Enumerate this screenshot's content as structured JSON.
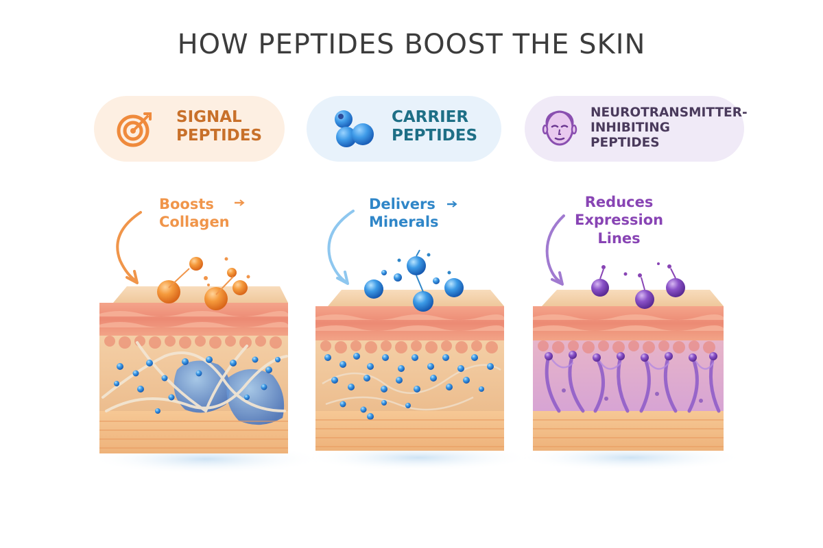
{
  "title": "HOW PEPTIDES BOOST THE SKIN",
  "panels": [
    {
      "id": "signal",
      "label_lines": [
        "SIGNAL",
        "PEPTIDES"
      ],
      "icon": "target-icon",
      "action_lines": [
        "Boosts",
        "Collagen"
      ],
      "accent": "#f0954a",
      "pill_bg": "#fdefe2"
    },
    {
      "id": "carrier",
      "label_lines": [
        "CARRIER",
        "PEPTIDES"
      ],
      "icon": "molecule-cluster-icon",
      "action_lines": [
        "Delivers",
        "Minerals"
      ],
      "accent": "#2f86c8",
      "pill_bg": "#e8f2fb"
    },
    {
      "id": "neuro",
      "label_lines": [
        "NEUROTRANSMITTER-",
        "INHIBITING",
        "PEPTIDES"
      ],
      "icon": "face-icon",
      "action_lines": [
        "Reduces",
        "Expression",
        "Lines"
      ],
      "accent": "#8844b4",
      "pill_bg": "#f0eaf7"
    }
  ]
}
